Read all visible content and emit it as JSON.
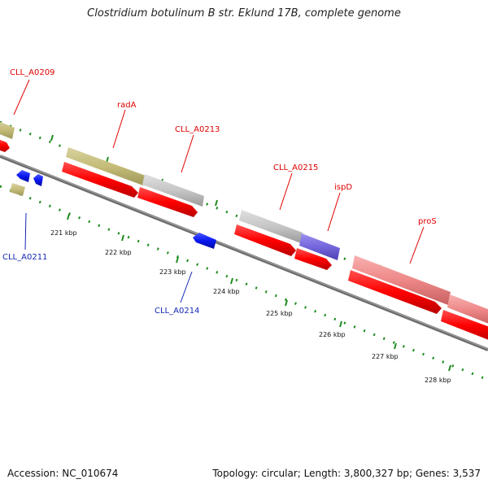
{
  "title": "Clostridium botulinum B str. Eklund 17B, complete genome",
  "footer": {
    "accession": "Accession: NC_010674",
    "topology": "Topology: circular; Length: 3,800,327 bp; Genes: 3,537"
  },
  "colors": {
    "backbone": "#7a7a7a",
    "tick": "#1e8c1e",
    "label_top": "#e00000",
    "label_bottom": "#1428b4",
    "cds_red": "#ff0000",
    "cds_blue": "#0a14e6",
    "gene_olive": "#c8c080",
    "gene_grey": "#c8c8c8",
    "gene_violet": "#7b6fe0",
    "gene_pink": "#f09090"
  },
  "gene_labels": {
    "CLL_A0209": "CLL_A0209",
    "radA": "radA",
    "CLL_A0213": "CLL_A0213",
    "CLL_A0215": "CLL_A0215",
    "ispD": "ispD",
    "proS": "proS",
    "CLL_A0211": "CLL_A0211",
    "CLL_A0214": "CLL_A0214"
  },
  "ruler_labels": {
    "k221": "221 kbp",
    "k222": "222 kbp",
    "k223": "223 kbp",
    "k224": "224 kbp",
    "k225": "225 kbp",
    "k226": "226 kbp",
    "k227": "227 kbp",
    "k228": "228 kbp"
  }
}
